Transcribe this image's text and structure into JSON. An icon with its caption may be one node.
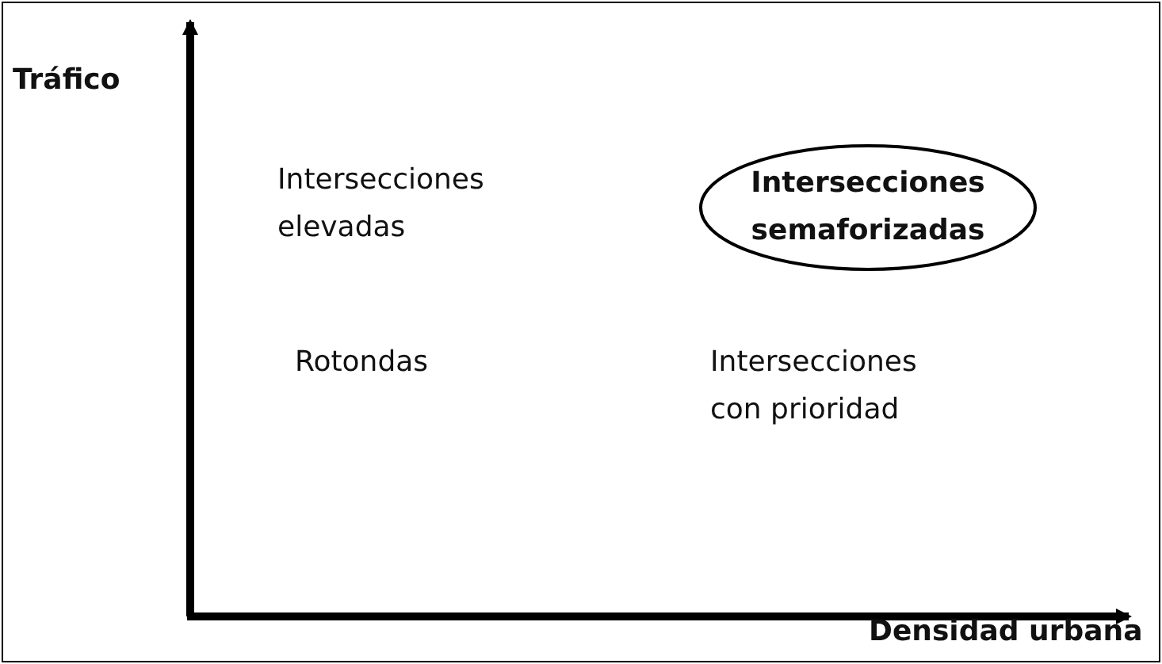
{
  "diagram": {
    "nodes": [
      {
        "text": [
          "Intersecciones semaforizadas"
        ]
      }
    ],
    "labels": [
      "Tráfico",
      "Intersecciones elevadas",
      "Rotondas",
      "Intersecciones con prioridad",
      "Densidad urbana"
    ]
  }
}
